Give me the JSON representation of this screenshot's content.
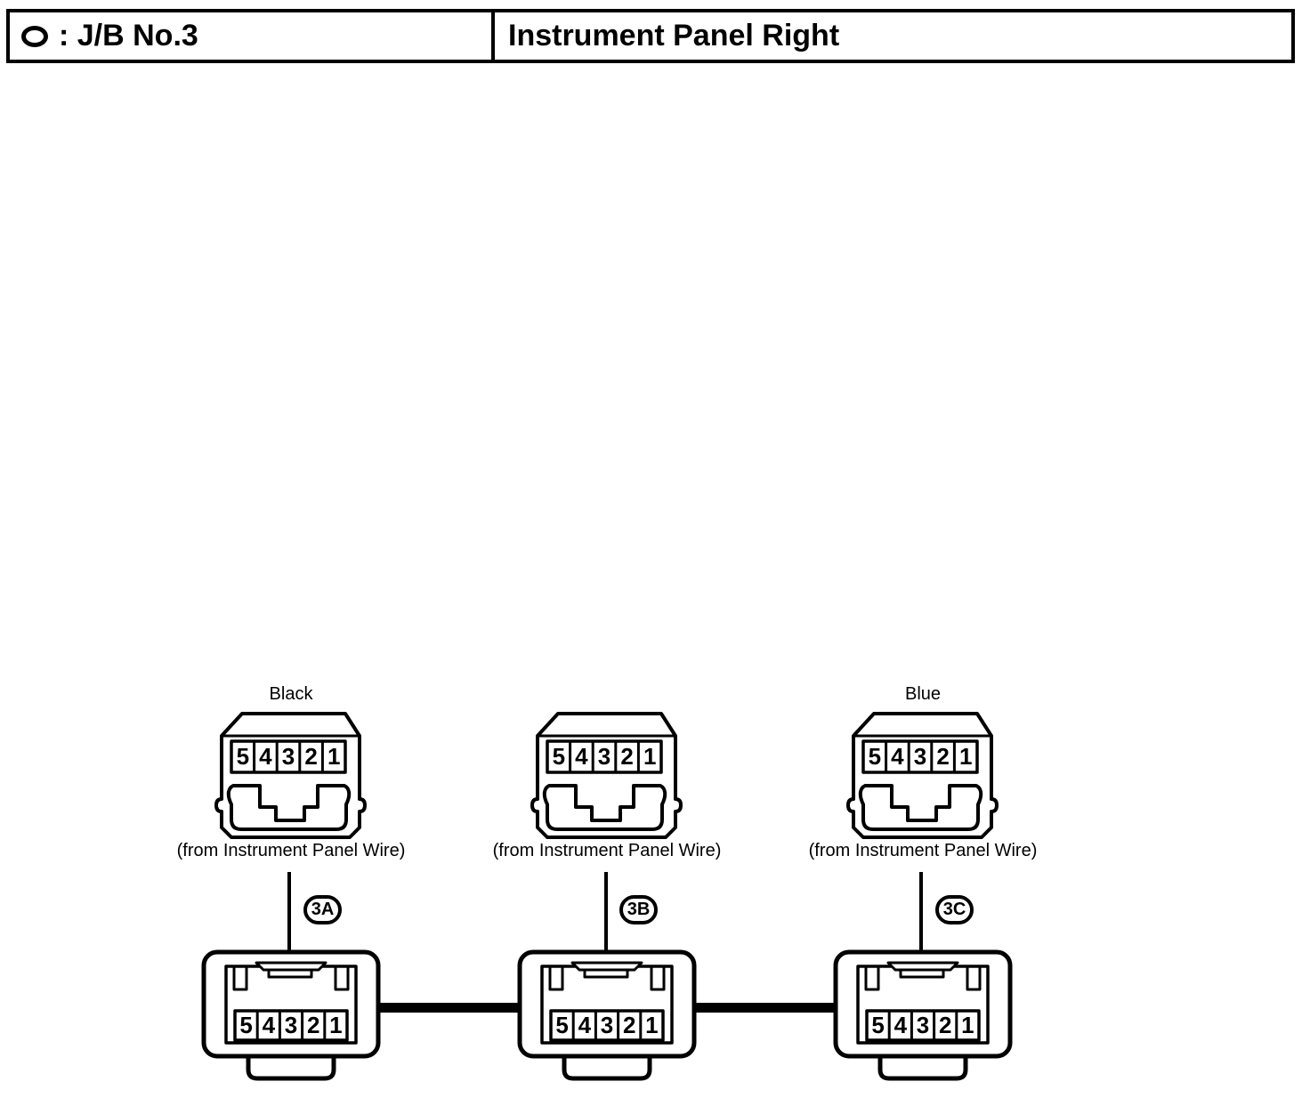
{
  "header": {
    "symbol": "oval-icon",
    "jb_label": ": J/B No.3",
    "location_label": "Instrument Panel Right"
  },
  "top_connectors": [
    {
      "color_label": "Black",
      "source_label": "(from Instrument Panel Wire)",
      "pins": [
        "5",
        "4",
        "3",
        "2",
        "1"
      ]
    },
    {
      "color_label": "",
      "source_label": "(from Instrument Panel Wire)",
      "pins": [
        "5",
        "4",
        "3",
        "2",
        "1"
      ]
    },
    {
      "color_label": "Blue",
      "source_label": "(from Instrument Panel Wire)",
      "pins": [
        "5",
        "4",
        "3",
        "2",
        "1"
      ]
    }
  ],
  "cavity_tags": [
    "3A",
    "3B",
    "3C"
  ],
  "bottom_connectors": [
    {
      "pins": [
        "5",
        "4",
        "3",
        "2",
        "1"
      ]
    },
    {
      "pins": [
        "5",
        "4",
        "3",
        "2",
        "1"
      ]
    },
    {
      "pins": [
        "5",
        "4",
        "3",
        "2",
        "1"
      ]
    }
  ],
  "colors": {
    "ink": "#000000",
    "background": "#ffffff"
  }
}
